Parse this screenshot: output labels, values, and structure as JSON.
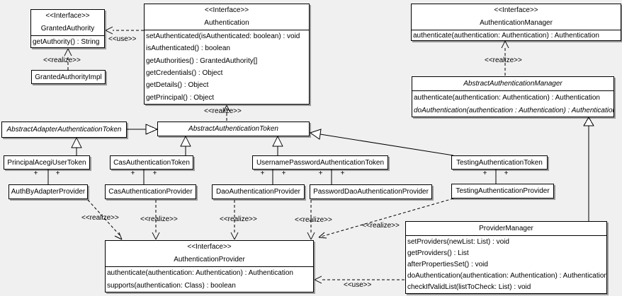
{
  "diagram": {
    "label_realize": "<<realize>>",
    "label_use": "<<use>>",
    "label_plus": "+"
  },
  "classes": {
    "granted_authority": {
      "stereotype": "<<Interface>>",
      "name": "GrantedAuthority",
      "methods": [
        "getAuthority() : String"
      ]
    },
    "granted_authority_impl": {
      "name": "GrantedAuthorityImpl"
    },
    "authentication": {
      "stereotype": "<<Interface>>",
      "name": "Authentication",
      "methods": [
        "setAuthenticated(isAuthenticated: boolean) : void",
        "isAuthenticated() : boolean",
        "getAuthorities() : GrantedAuthority[]",
        "getCredentials() : Object",
        "getDetails() : Object",
        "getPrincipal() : Object"
      ]
    },
    "authentication_manager": {
      "stereotype": "<<Interface>>",
      "name": "AuthenticationManager",
      "methods": [
        "authenticate(authentication: Authentication) : Authentication"
      ]
    },
    "abstract_authentication_manager": {
      "name": "AbstractAuthenticationManager",
      "methods": [
        "authenticate(authentication: Authentication) : Authentication",
        "doAuthentication(authentication : Authentication) : Authentication"
      ]
    },
    "abstract_adapter_authentication_token": {
      "name": "AbstractAdapterAuthenticationToken"
    },
    "abstract_authentication_token": {
      "name": "AbstractAuthenticationToken"
    },
    "principal_acegi_user_token": {
      "name": "PrincipalAcegiUserToken"
    },
    "cas_authentication_token": {
      "name": "CasAuthenticationToken"
    },
    "username_password_authentication_token": {
      "name": "UsernamePasswordAuthenticationToken"
    },
    "testing_authentication_token": {
      "name": "TestingAuthenticationToken"
    },
    "auth_by_adapter_provider": {
      "name": "AuthByAdapterProvider"
    },
    "cas_authentication_provider": {
      "name": "CasAuthenticationProvider"
    },
    "dao_authentication_provider": {
      "name": "DaoAuthenticationProvider"
    },
    "password_dao_authentication_provider": {
      "name": "PasswordDaoAuthenticationProvider"
    },
    "testing_authentication_provider": {
      "name": "TestingAuthenticationProvider"
    },
    "authentication_provider": {
      "stereotype": "<<Interface>>",
      "name": "AuthenticationProvider",
      "methods": [
        "authenticate(authentication: Authentication) : Authentication",
        "supports(authentication: Class) : boolean"
      ]
    },
    "provider_manager": {
      "name": "ProviderManager",
      "methods": [
        "setProviders(newList: List) : void",
        "getProviders() : List",
        "afterPropertiesSet() : void",
        "doAuthentication(authentication: Authentication) : Authentication",
        "checkIfValidList(listToCheck: List) : void"
      ]
    }
  }
}
